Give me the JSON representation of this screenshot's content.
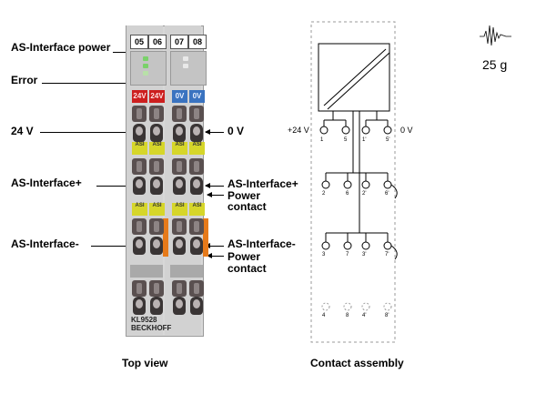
{
  "labels": {
    "as_power": "AS-Interface power",
    "error": "Error",
    "v24": "24 V",
    "v0": "0 V",
    "asi_plus_left": "AS-Interface+",
    "asi_plus_right": "AS-Interface+",
    "power_contact_1": "Power",
    "power_contact_1b": "contact",
    "asi_minus_left": "AS-Interface-",
    "asi_minus_right": "AS-Interface-",
    "power_contact_2": "Power",
    "power_contact_2b": "contact"
  },
  "captions": {
    "top_view": "Top view",
    "contact_assembly": "Contact assembly"
  },
  "weight": "25 g",
  "terminal": {
    "tabs": [
      "05",
      "06",
      "07",
      "08"
    ],
    "badges_left": [
      "24V",
      "24V"
    ],
    "badges_right": [
      "0V",
      "0V"
    ],
    "asi_label": "ASI",
    "model": "KL9528",
    "brand": "BECKHOFF"
  },
  "contact": {
    "plus24": "+24 V",
    "zero": "0 V",
    "row1": [
      "1",
      "5",
      "1'",
      "5'"
    ],
    "row2": [
      "2",
      "6",
      "2'",
      "6'"
    ],
    "row3": [
      "3",
      "7",
      "3'",
      "7'"
    ],
    "row4": [
      "4",
      "8",
      "4'",
      "8'"
    ]
  },
  "colors": {
    "red": "#cc1f1f",
    "blue": "#3a73c0",
    "yellow": "#d6d62a",
    "orange": "#e67a1a"
  }
}
